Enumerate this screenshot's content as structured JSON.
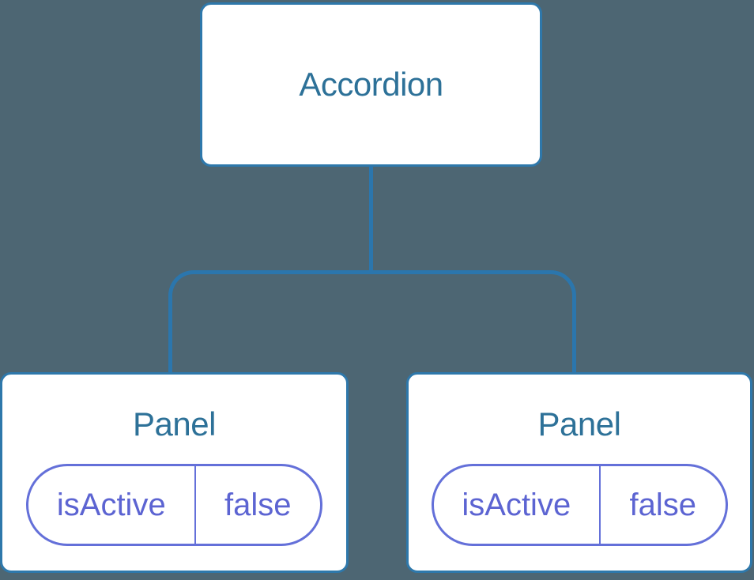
{
  "colors": {
    "background": "#4d6673",
    "connector": "#2b76ad",
    "node_border": "#2e78ab",
    "node_fill": "#ffffff",
    "title": "#2d7198",
    "state": "#5c64d2",
    "state_border": "#6470d9"
  },
  "tree": {
    "root": {
      "label": "Accordion"
    },
    "children": [
      {
        "label": "Panel",
        "state": {
          "key": "isActive",
          "value": "false"
        }
      },
      {
        "label": "Panel",
        "state": {
          "key": "isActive",
          "value": "false"
        }
      }
    ]
  }
}
